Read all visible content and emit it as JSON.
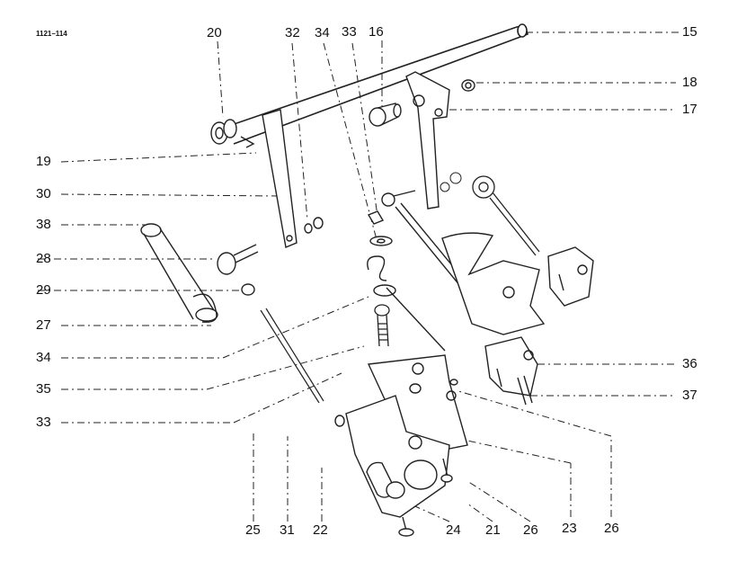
{
  "figure_code": "1121–114",
  "labels": {
    "p15": "15",
    "p16": "16",
    "p17": "17",
    "p18": "18",
    "p19": "19",
    "p20": "20",
    "p21": "21",
    "p22": "22",
    "p23": "23",
    "p24": "24",
    "p25": "25",
    "p26a": "26",
    "p26b": "26",
    "p27": "27",
    "p28": "28",
    "p29": "29",
    "p30": "30",
    "p31": "31",
    "p32": "32",
    "p33a": "33",
    "p33b": "33",
    "p34a": "34",
    "p34b": "34",
    "p35": "35",
    "p36": "36",
    "p37": "37",
    "p38": "38"
  }
}
